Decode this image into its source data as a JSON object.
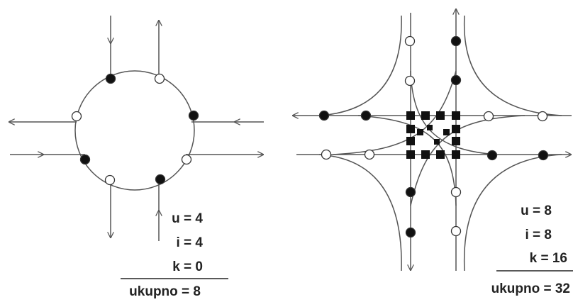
{
  "left_diagram": {
    "formula_lines": [
      "u = 4",
      "i = 4",
      "k = 0"
    ],
    "total": "ukupno = 8"
  },
  "right_diagram": {
    "formula_lines": [
      "u = 8",
      "i = 8",
      "k = 16"
    ],
    "total": "ukupno = 32"
  },
  "colors": {
    "line": "#555555",
    "filled_point": "#111111",
    "open_point": "#ffffff",
    "text": "#222222"
  }
}
